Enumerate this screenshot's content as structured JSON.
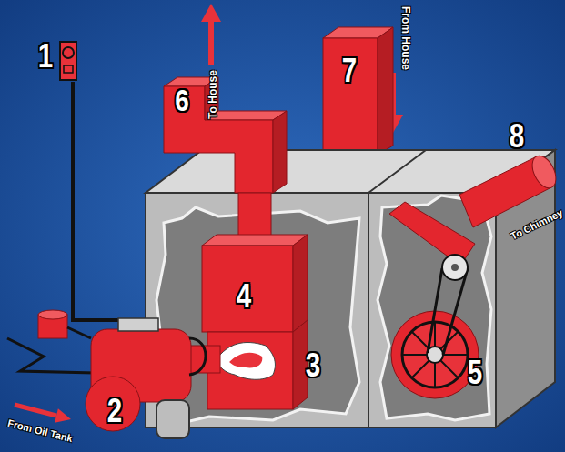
{
  "diagram": {
    "labels": [
      "1",
      "6",
      "To House",
      "7",
      "From House",
      "8",
      "To Chimney",
      "4",
      "3",
      "5",
      "2",
      "From Oil Tank"
    ]
  }
}
